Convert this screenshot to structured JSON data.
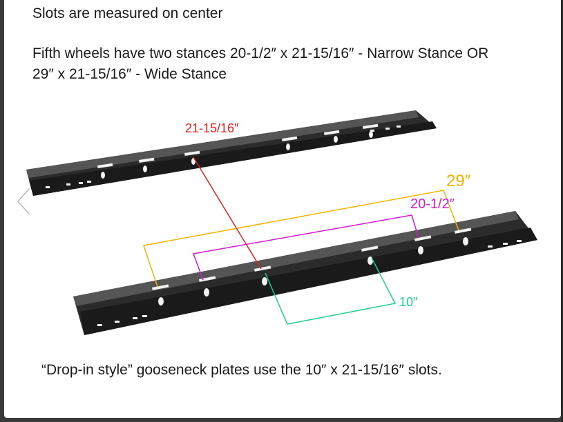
{
  "content": {
    "line1": "Slots are measured on center",
    "line2": "Fifth wheels have two stances 20-1/2″ x 21-15/16″ - Narrow Stance OR",
    "line3": "29″ x 21-15/16″ - Wide Stance",
    "line4": "“Drop-in style” gooseneck plates use the 10″ x 21-15/16″ slots."
  },
  "diagram": {
    "label_front_to_back": "21-15/16″",
    "label_wide": "29″",
    "label_narrow": "20-1/2″",
    "label_gooseneck": "10″",
    "colors": {
      "front_to_back": "#e02020",
      "wide": "#f2b400",
      "narrow": "#d21ad2",
      "gooseneck": "#1fd08a",
      "rail": "#2b2b2b"
    }
  },
  "navigation": {
    "prev_icon": "chevron-left-icon"
  }
}
